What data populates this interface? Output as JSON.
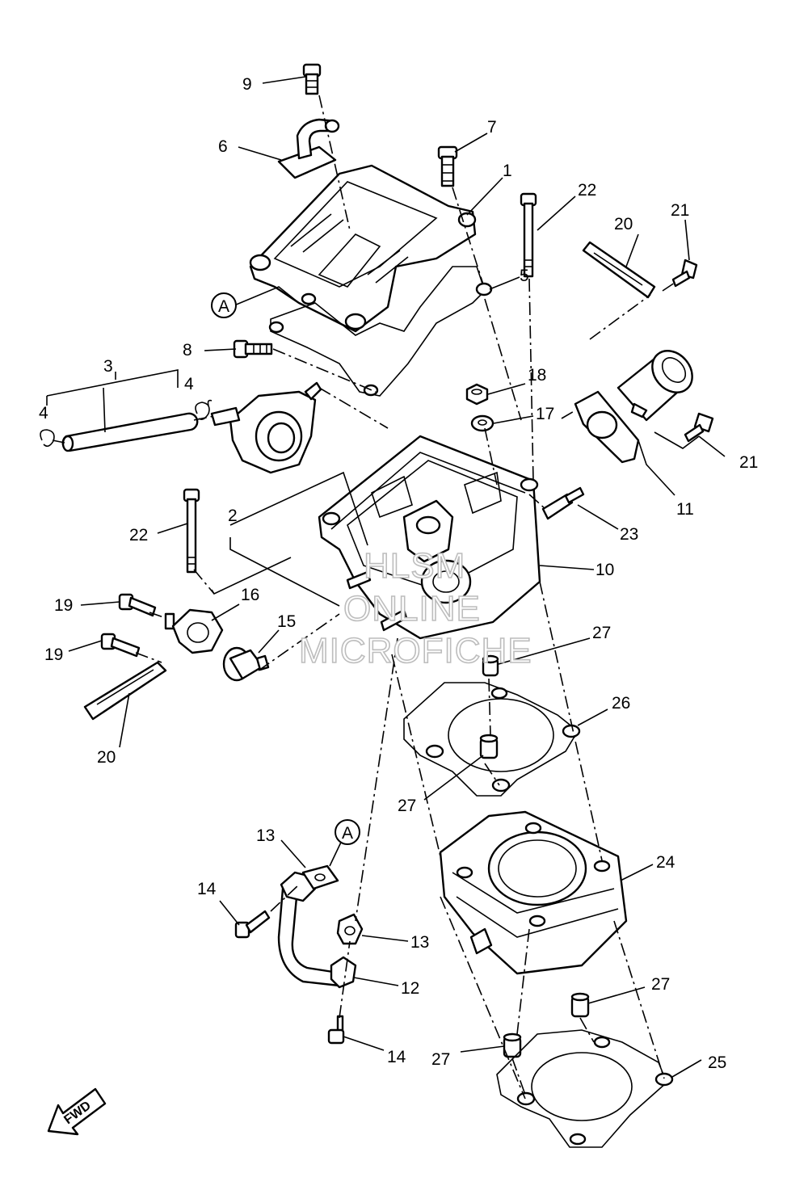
{
  "labels": {
    "l1": "1",
    "l2": "2",
    "l3": "3",
    "l4a": "4",
    "l4b": "4",
    "l5": "5",
    "l6": "6",
    "l7": "7",
    "l8": "8",
    "l9": "9",
    "l10": "10",
    "l11": "11",
    "l12": "12",
    "l13a": "13",
    "l13b": "13",
    "l14a": "14",
    "l14b": "14",
    "l15": "15",
    "l16": "16",
    "l17": "17",
    "l18": "18",
    "l19a": "19",
    "l19b": "19",
    "l20a": "20",
    "l20b": "20",
    "l21a": "21",
    "l21b": "21",
    "l22a": "22",
    "l22b": "22",
    "l23": "23",
    "l24": "24",
    "l25": "25",
    "l26": "26",
    "l27a": "27",
    "l27b": "27",
    "l27c": "27",
    "l27d": "27",
    "refA1": "A",
    "refA2": "A"
  },
  "watermark": {
    "line1": "HLSM",
    "line2": "ONLINE",
    "line3": "MICROFICHE"
  },
  "fwd": "FWD"
}
